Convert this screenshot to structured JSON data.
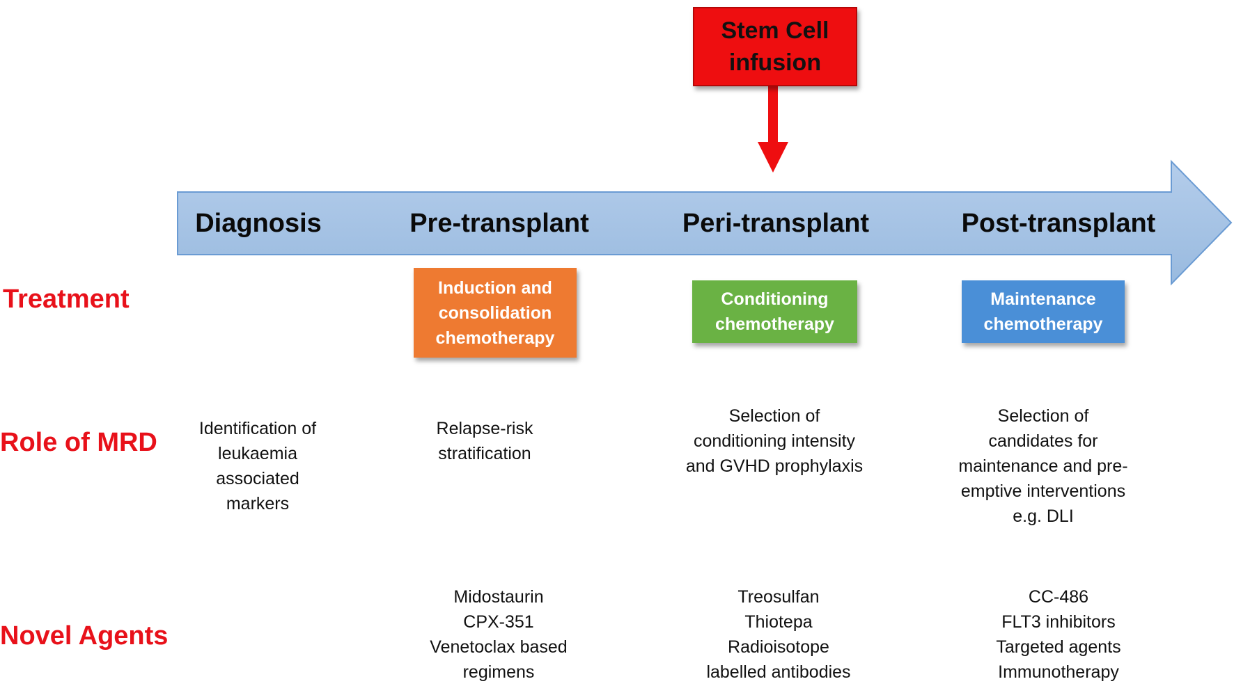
{
  "stem_cell": {
    "line1": "Stem Cell",
    "line2": "infusion"
  },
  "phases": [
    {
      "label": "Diagnosis"
    },
    {
      "label": "Pre-transplant"
    },
    {
      "label": "Peri-transplant"
    },
    {
      "label": "Post-transplant"
    }
  ],
  "rows": {
    "treatment": "Treatment",
    "mrd": "Role of MRD",
    "agents": "Novel Agents"
  },
  "treatment_boxes": [
    {
      "lines": [
        "Induction and",
        "consolidation",
        "chemotherapy"
      ],
      "color": "#ee7a31"
    },
    {
      "lines": [
        "Conditioning",
        "chemotherapy"
      ],
      "color": "#6ab244"
    },
    {
      "lines": [
        "Maintenance",
        "chemotherapy"
      ],
      "color": "#4a8fd7"
    }
  ],
  "mrd_text": [
    {
      "lines": [
        "Identification of",
        "leukaemia",
        "associated",
        "markers"
      ]
    },
    {
      "lines": [
        "Relapse-risk",
        "stratification"
      ]
    },
    {
      "lines": [
        "Selection of",
        "conditioning intensity",
        "and GVHD prophylaxis"
      ]
    },
    {
      "lines": [
        "Selection of",
        "candidates for",
        "maintenance and pre-",
        "emptive interventions",
        "e.g. DLI"
      ]
    }
  ],
  "agents_text": [
    {
      "lines": [
        "Midostaurin",
        "CPX-351",
        "Venetoclax based",
        "regimens"
      ]
    },
    {
      "lines": [
        "Treosulfan",
        "Thiotepa",
        "Radioisotope",
        "labelled antibodies"
      ]
    },
    {
      "lines": [
        "CC-486",
        "FLT3 inhibitors",
        "Targeted agents",
        "Immunotherapy"
      ]
    }
  ],
  "colors": {
    "timeline_fill": "#a7c4e6",
    "timeline_stroke": "#6a9bd3",
    "stem_cell_red": "#ee0e10",
    "row_label_red": "#e8111a"
  }
}
